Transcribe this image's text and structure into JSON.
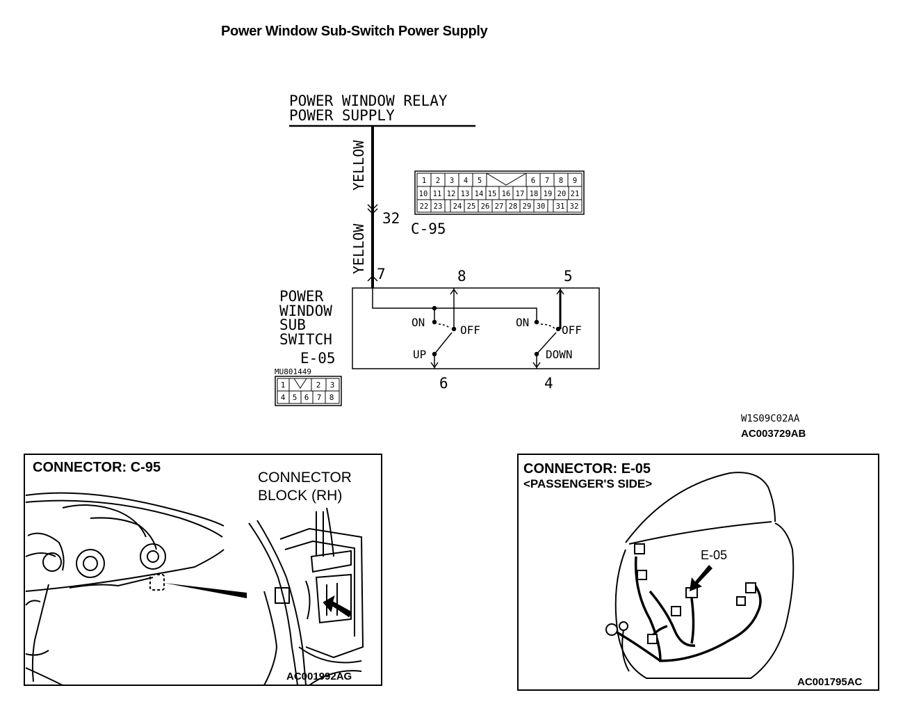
{
  "title": "Power Window Sub-Switch Power Supply",
  "schematic": {
    "supply_line1": "POWER WINDOW RELAY",
    "supply_line2": "POWER SUPPLY",
    "wire_upper": "YELLOW",
    "wire_lower": "YELLOW",
    "c95_pin": "32",
    "c95_label": "C-95",
    "c95_pins_row1": [
      "1",
      "2",
      "3",
      "4",
      "5",
      "6",
      "7",
      "8",
      "9"
    ],
    "c95_pins_row2": [
      "10",
      "11",
      "12",
      "13",
      "14",
      "15",
      "16",
      "17",
      "18",
      "19",
      "20",
      "21"
    ],
    "c95_pins_row3": [
      "22",
      "23",
      "24",
      "25",
      "26",
      "27",
      "28",
      "29",
      "30",
      "31",
      "32"
    ],
    "pin7": "7",
    "pin8": "8",
    "pin5": "5",
    "pin6": "6",
    "pin4": "4",
    "switch_name_1": "POWER",
    "switch_name_2": "WINDOW",
    "switch_name_3": "SUB",
    "switch_name_4": "SWITCH",
    "switch_id": "E-05",
    "left_on": "ON",
    "left_off": "OFF",
    "left_up": "UP",
    "right_on": "ON",
    "right_off": "OFF",
    "right_down": "DOWN",
    "part_number": "MU801449",
    "e05_pins_row1": [
      "1",
      "2",
      "3"
    ],
    "e05_pins_row2": [
      "4",
      "5",
      "6",
      "7",
      "8"
    ],
    "code1": "W1S09C02AA",
    "code2": "AC003729AB"
  },
  "panel_left": {
    "heading": "CONNECTOR: C-95",
    "block_line1": "CONNECTOR",
    "block_line2": "BLOCK (RH)",
    "code": "AC001992AG"
  },
  "panel_right": {
    "heading": "CONNECTOR: E-05",
    "subheading": "<PASSENGER'S SIDE>",
    "callout": "E-05",
    "code": "AC001795AC"
  }
}
